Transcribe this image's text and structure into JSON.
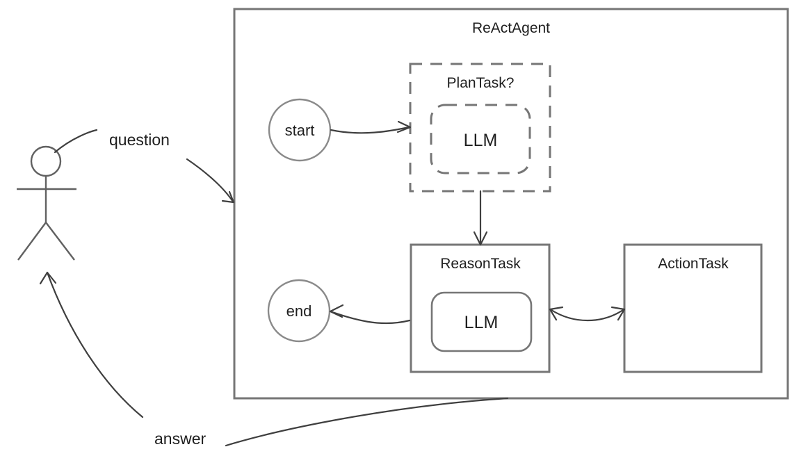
{
  "diagram": {
    "title": "ReActAgent",
    "container": {
      "label": "ReActAgent",
      "name": "react-agent-container"
    },
    "nodes": {
      "start": {
        "label": "start",
        "shape": "circle"
      },
      "end": {
        "label": "end",
        "shape": "circle"
      },
      "plan_task": {
        "label": "PlanTask?",
        "shape": "dashed-rect"
      },
      "plan_llm": {
        "label": "LLM",
        "shape": "dashed-rounded-rect"
      },
      "reason_task": {
        "label": "ReasonTask",
        "shape": "rect"
      },
      "reason_llm": {
        "label": "LLM",
        "shape": "rounded-rect"
      },
      "action_task": {
        "label": "ActionTask",
        "shape": "rect"
      }
    },
    "actor": {
      "name": "user-stick-figure",
      "label": ""
    },
    "edges": {
      "question": {
        "label": "question",
        "from": "user",
        "to": "react-agent-container"
      },
      "answer": {
        "label": "answer",
        "from": "react-agent-container",
        "to": "user"
      },
      "start_to_plan": {
        "label": "",
        "from": "start",
        "to": "plan_task"
      },
      "plan_to_reason": {
        "label": "",
        "from": "plan_task",
        "to": "reason_task"
      },
      "reason_to_end": {
        "label": "",
        "from": "reason_task",
        "to": "end"
      },
      "reason_action": {
        "label": "",
        "from": "reason_task",
        "to": "action_task",
        "bidirectional": true
      }
    },
    "colors": {
      "background": "#ffffff",
      "box_stroke": "#767676",
      "edge_stroke": "#3f3f3f",
      "text": "#1f1f1f",
      "figure_stroke": "#616161"
    }
  }
}
